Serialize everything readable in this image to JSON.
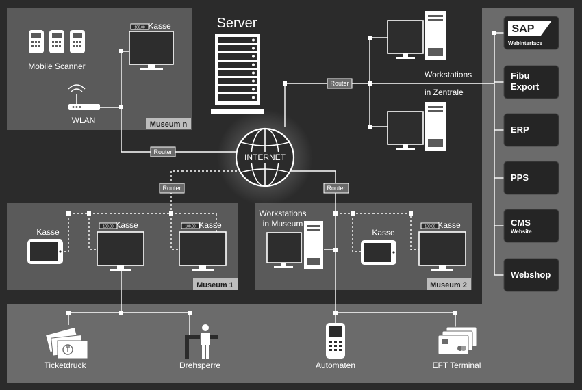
{
  "colors": {
    "background": "#2b2b2b",
    "panel": "#5a5a5a",
    "panel_light": "#6b6b6b",
    "side_button": "#252525",
    "line": "#ffffff"
  },
  "server": {
    "label": "Server"
  },
  "internet": {
    "label": "INTERNET"
  },
  "routers": {
    "museum_n": "Router",
    "zentrale": "Router",
    "museum_1": "Router",
    "museum_2": "Router"
  },
  "museum_n": {
    "name": "Museum n",
    "mobile_scanner": "Mobile Scanner",
    "wlan": "WLAN",
    "kasse": "Kasse"
  },
  "zentrale": {
    "label_line1": "Workstations",
    "label_line2": "in Zentrale"
  },
  "museum_1": {
    "name": "Museum 1",
    "kasse_tablet": "Kasse",
    "kasse_main": "Kasse",
    "kasse_right": "Kasse"
  },
  "museum_2": {
    "name": "Museum 2",
    "workstations_line1": "Workstations",
    "workstations_line2": "in Museum",
    "kasse_tablet": "Kasse",
    "kasse_main": "Kasse"
  },
  "devices": {
    "ticketdruck": "Ticketdruck",
    "drehsperre": "Drehsperre",
    "automaten": "Automaten",
    "eft_terminal": "EFT Terminal"
  },
  "sidebar": {
    "sap_logo": "SAP",
    "sap_sub": "Webinterface",
    "items": [
      {
        "line1": "Fibu",
        "line2": "Export"
      },
      {
        "line1": "ERP"
      },
      {
        "line1": "PPS"
      },
      {
        "line1": "CMS",
        "sub": "Website"
      },
      {
        "line1": "Webshop"
      }
    ]
  },
  "kasse_display_value": "100.00"
}
